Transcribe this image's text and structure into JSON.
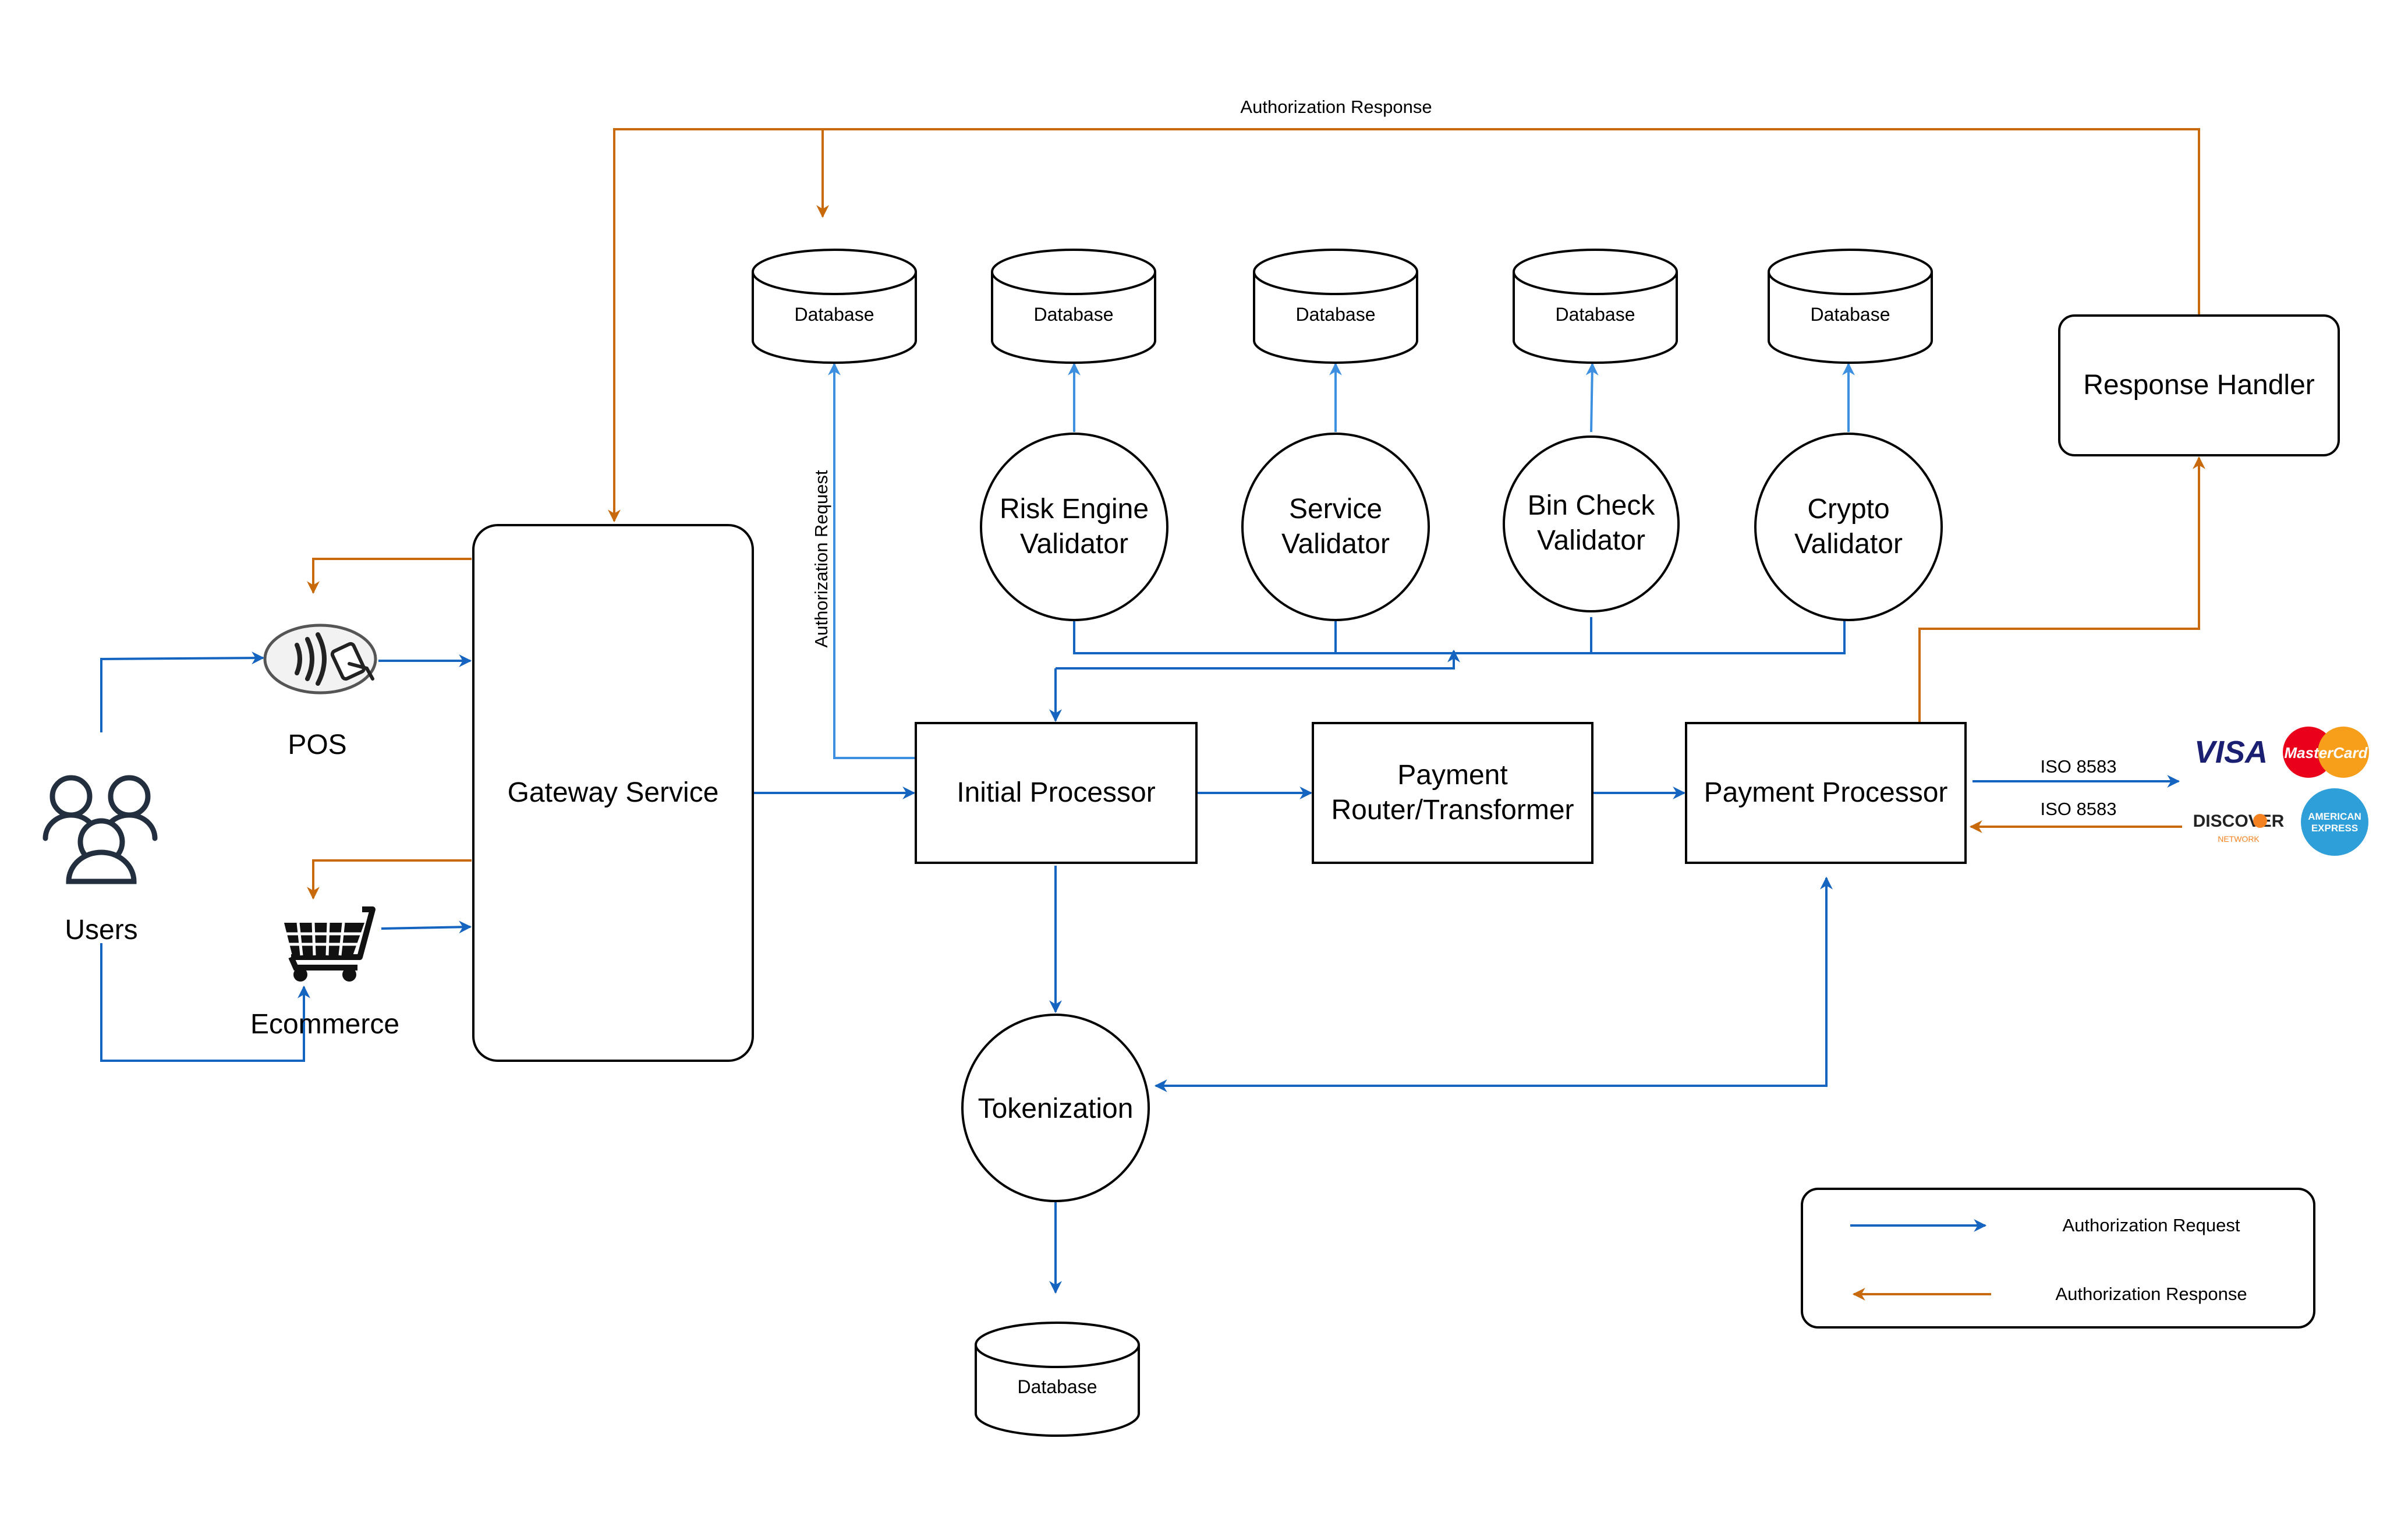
{
  "nodes": {
    "users": "Users",
    "pos": "POS",
    "ecommerce": "Ecommerce",
    "gateway": "Gateway Service",
    "initial_processor": "Initial Processor",
    "payment_router_line1": "Payment",
    "payment_router_line2": "Router/Transformer",
    "payment_processor": "Payment Processor",
    "response_handler": "Response Handler",
    "tokenization": "Tokenization",
    "risk_line1": "Risk Engine",
    "risk_line2": "Validator",
    "service_line1": "Service",
    "service_line2": "Validator",
    "bin_line1": "Bin Check",
    "bin_line2": "Validator",
    "crypto_line1": "Crypto",
    "crypto_line2": "Validator",
    "database": "Database"
  },
  "edge_labels": {
    "auth_response_top": "Authorization Response",
    "auth_request_vertical": "Authorization Request",
    "iso_out": "ISO 8583",
    "iso_in": "ISO 8583"
  },
  "card_networks": {
    "visa": "VISA",
    "mastercard": "MasterCard",
    "discover": "DISCOVER",
    "discover_sub": "NETWORK",
    "amex_line1": "AMERICAN",
    "amex_line2": "EXPRESS"
  },
  "legend": {
    "request": "Authorization Request",
    "response": "Authorization Response"
  },
  "colors": {
    "request_blue": "#1565C0",
    "request_light_blue": "#3D8FE0",
    "response_orange": "#C8690C",
    "node_stroke": "#000000"
  }
}
